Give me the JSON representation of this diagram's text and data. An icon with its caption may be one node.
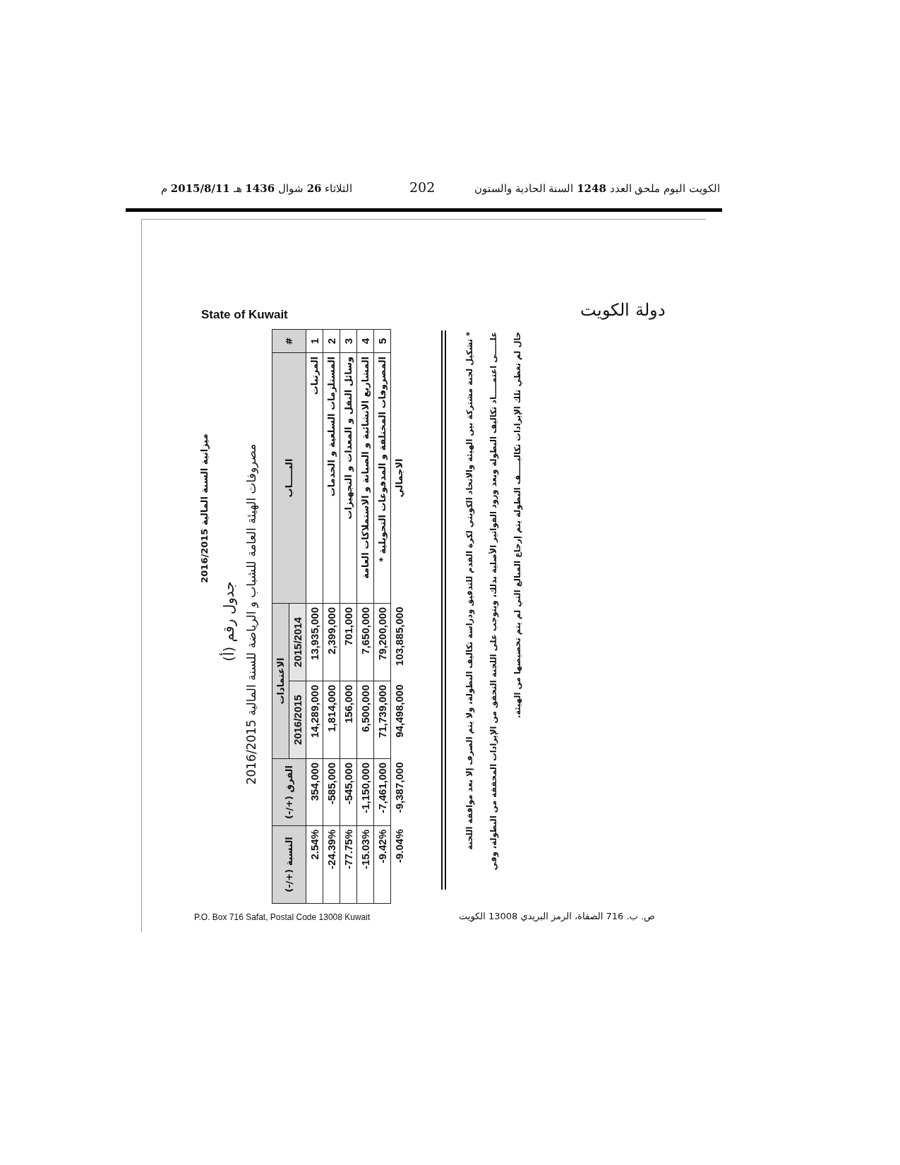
{
  "diagram": {
    "labels": [
      "الكويت اليوم ملحق العدد **1248** السنة الحادية والستون",
      "202",
      "الثلاثاء **26** شوال **1436** هـ **2015/8/11** م",
      "دولة الكويت",
      "State of Kuwait",
      "ميزانية السنة المالية 2016/2015",
      "جدول رقم (أ)",
      "مصروفات الهيئة العامة للشباب و الرياضة للسنة المالية 2016/2015",
      "#",
      "البـــــاب",
      "الاعتمادات",
      "الفرق (+/-)",
      "النسبة (+/-)",
      "2015/2014",
      "2016/2015",
      "1",
      "المرتبات",
      "13,935,000",
      "14,289,000",
      "354,000",
      "2.54%",
      "2",
      "المستلزمات السلعية و الخدمات",
      "2,399,000",
      "1,814,000",
      "-585,000",
      "-24.39%",
      "3",
      "وسائل النقل و المعدات و التجهيزات",
      "701,000",
      "156,000",
      "-545,000",
      "-77.75%",
      "4",
      "المشاريع الانشائية و الصيانة و الاستملاكات العامة",
      "7,650,000",
      "6,500,000",
      "-1,150,000",
      "-15.03%",
      "5",
      "المصروفات المختلفة و المدفوعات التحويلية *",
      "79,200,000",
      "71,739,000",
      "-7,461,000",
      "-9.42%",
      "الاجمالي",
      "103,885,000",
      "94,498,000",
      "-9,387,000",
      "-9.04%",
      "* تشكيل لجنة مشتركة بين الهيئة والاتحاد الكويتي لكرة القدم للتدقيق ودراسة تكاليف البطولة، ولا يتم الصرف إلا بعد موافقة اللجنة علـــــى اعتمـــــاد تكاليف البطولة وبعد ورود الفواتير الأصلية بذلك، ويتوجب على اللجنة التحقق من الإيرادات المحققة من البطولة، وفي حال لم تغطي تلك الإيرادات تكاليـــــف البطولة يتم إرجاع المبالغ التي لم يتم تخصيصها من الهيئة.",
      "ص. ب. 716 الصفاة، الرمز البريدي 13008 الكويت",
      "P.O. Box 716 Safat, Postal Code 13008 Kuwait"
    ]
  }
}
